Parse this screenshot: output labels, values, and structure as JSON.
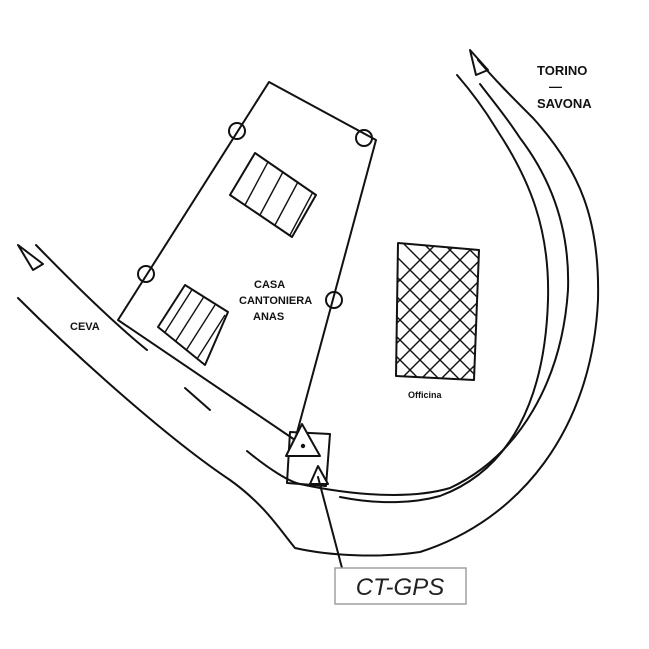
{
  "map": {
    "labels": {
      "torino": "TORINO",
      "dash": "—",
      "savona": "SAVONA",
      "ceva": "CEVA",
      "casa": "CASA",
      "cantoniera": "CANTONIERA",
      "anas": "ANAS",
      "officina": "Officina"
    },
    "callout": {
      "label": "CT-GPS"
    },
    "colors": {
      "ink": "#111111",
      "background": "#ffffff",
      "callout_border": "#999999"
    }
  }
}
